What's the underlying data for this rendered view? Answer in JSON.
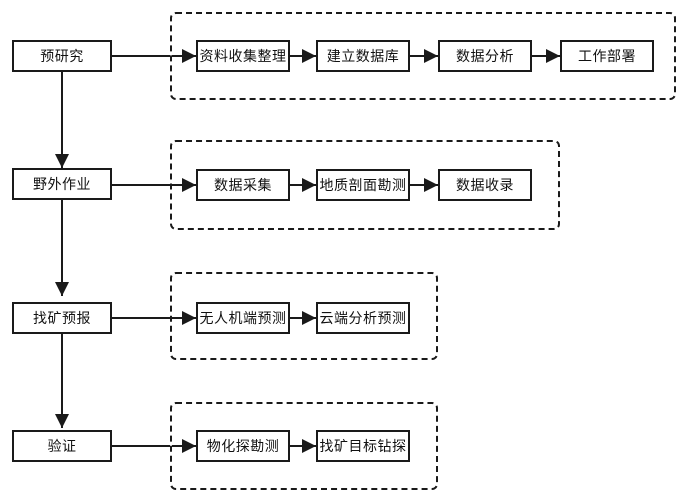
{
  "stages": [
    {
      "label": "预研究",
      "steps": [
        "资料收集整理",
        "建立数据库",
        "数据分析",
        "工作部署"
      ]
    },
    {
      "label": "野外作业",
      "steps": [
        "数据采集",
        "地质剖面勘测",
        "数据收录"
      ]
    },
    {
      "label": "找矿预报",
      "steps": [
        "无人机端预测",
        "云端分析预测"
      ]
    },
    {
      "label": "验证",
      "steps": [
        "物化探勘测",
        "找矿目标钻探"
      ]
    }
  ]
}
